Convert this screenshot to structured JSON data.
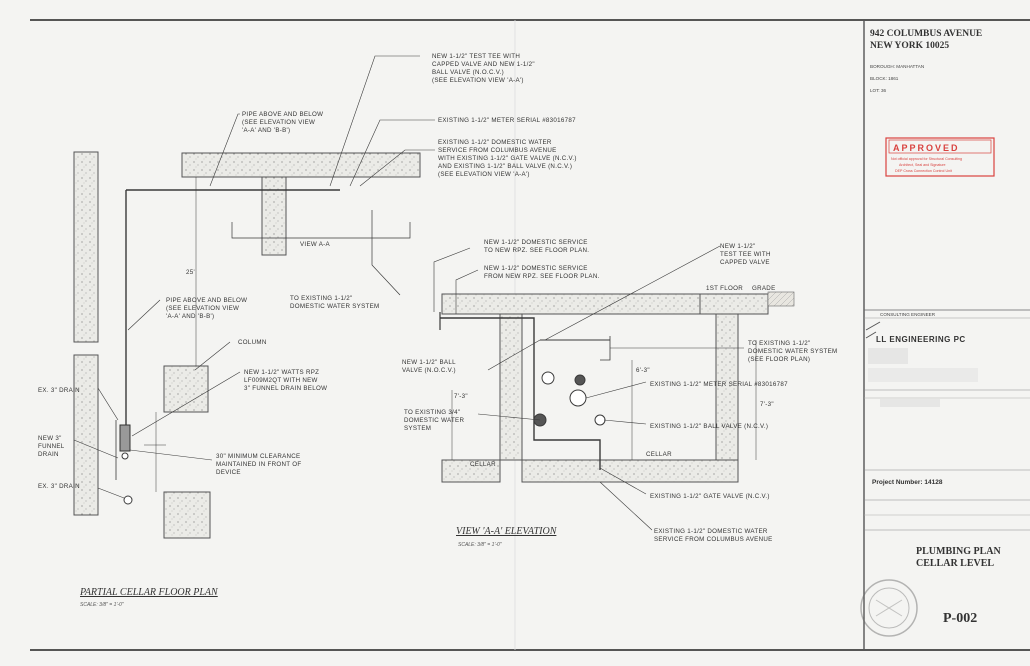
{
  "title_block": {
    "address_line1": "942 COLUMBUS AVENUE",
    "address_line2": "NEW YORK 10025",
    "borough": "BOROUGH: MANHATTAN",
    "block": "BLOCK: 1861",
    "lot": "LOT: 36",
    "stamp_title": "APPROVED",
    "stamp_line1": "Not official approval for Structural Consulting",
    "stamp_line2": "Architect, Seal and Signature",
    "stamp_line3": "DEP Cross Connection Control Unit",
    "consulting_header": "CONSULTING ENGINEER",
    "firm_name": "LL ENGINEERING PC",
    "project_number": "Project Number: 14128",
    "drawing_title_line1": "PLUMBING PLAN",
    "drawing_title_line2": "CELLAR LEVEL",
    "sheet_number": "P-002"
  },
  "plan": {
    "title": "PARTIAL CELLAR FLOOR PLAN",
    "scale": "SCALE: 3/8\" = 1'-0\"",
    "notes": {
      "test_tee": [
        "NEW 1-1/2\" TEST TEE WITH",
        "CAPPED VALVE AND NEW 1-1/2\"",
        "BALL VALVE (N.O.C.V.)",
        "(SEE ELEVATION VIEW 'A-A')"
      ],
      "pipe_above_1": [
        "PIPE ABOVE AND BELOW",
        "(SEE ELEVATION VIEW",
        "'A-A' AND 'B-B')"
      ],
      "existing_meter": "EXISTING 1-1/2\" METER SERIAL #83016787",
      "existing_service": [
        "EXISTING 1-1/2\" DOMESTIC WATER",
        "SERVICE FROM COLUMBUS AVENUE",
        "WITH EXISTING 1-1/2\" GATE VALVE (N.C.V.)",
        "AND EXISTING 1-1/2\" BALL VALVE (N.C.V.)",
        "(SEE ELEVATION VIEW 'A-A')"
      ],
      "view_label": "VIEW A-A",
      "pipe_above_2": [
        "PIPE ABOVE AND BELOW",
        "(SEE ELEVATION VIEW",
        "'A-A' AND 'B-B')"
      ],
      "to_existing": [
        "TO EXISTING 1-1/2\"",
        "DOMESTIC WATER SYSTEM"
      ],
      "column": "COLUMN",
      "rpz": [
        "NEW 1-1/2\" WATTS RPZ",
        "LF009M2QT WITH NEW",
        "3\" FUNNEL DRAIN BELOW"
      ],
      "clearance": [
        "30\" MINIMUM CLEARANCE",
        "MAINTAINED IN FRONT OF",
        "DEVICE"
      ],
      "ex_drain_1": "EX. 3\" DRAIN",
      "new_funnel": [
        "NEW 3\"",
        "FUNNEL",
        "DRAIN"
      ],
      "ex_drain_2": "EX. 3\" DRAIN",
      "dim_25": "25'"
    }
  },
  "elevation": {
    "title": "VIEW 'A-A' ELEVATION",
    "scale": "SCALE: 3/8\" = 1'-0\"",
    "notes": {
      "new_service_to": [
        "NEW 1-1/2\" DOMESTIC SERVICE",
        "TO NEW RPZ. SEE FLOOR PLAN."
      ],
      "new_service_from": [
        "NEW 1-1/2\" DOMESTIC SERVICE",
        "FROM NEW RPZ. SEE FLOOR PLAN."
      ],
      "test_tee": [
        "NEW 1-1/2\"",
        "TEST TEE WITH",
        "CAPPED VALVE"
      ],
      "first_floor": "1ST FLOOR",
      "grade": "GRADE",
      "to_existing": [
        "TO EXISTING 1-1/2\"",
        "DOMESTIC WATER SYSTEM",
        "(SEE FLOOR PLAN)"
      ],
      "new_ball": [
        "NEW 1-1/2\" BALL",
        "VALVE (N.O.C.V.)"
      ],
      "to_existing_34": [
        "TO EXISTING 3/4\"",
        "DOMESTIC WATER",
        "SYSTEM"
      ],
      "meter": "EXISTING 1-1/2\" METER SERIAL #83016787",
      "ball": "EXISTING 1-1/2\" BALL VALVE (N.C.V.)",
      "gate": "EXISTING 1-1/2\" GATE VALVE (N.C.V.)",
      "service": [
        "EXISTING 1-1/2\" DOMESTIC WATER",
        "SERVICE FROM COLUMBUS AVENUE"
      ],
      "cellar_1": "CELLAR",
      "cellar_2": "CELLAR",
      "dim_6": "6'-3\"",
      "dim_7a": "7'-3\"",
      "dim_7b": "7'-3\""
    }
  },
  "colors": {
    "ink": "#3a3a3a",
    "paper": "#f4f4f2",
    "stamp": "#d9423f",
    "concrete": "#e6e6e2"
  }
}
